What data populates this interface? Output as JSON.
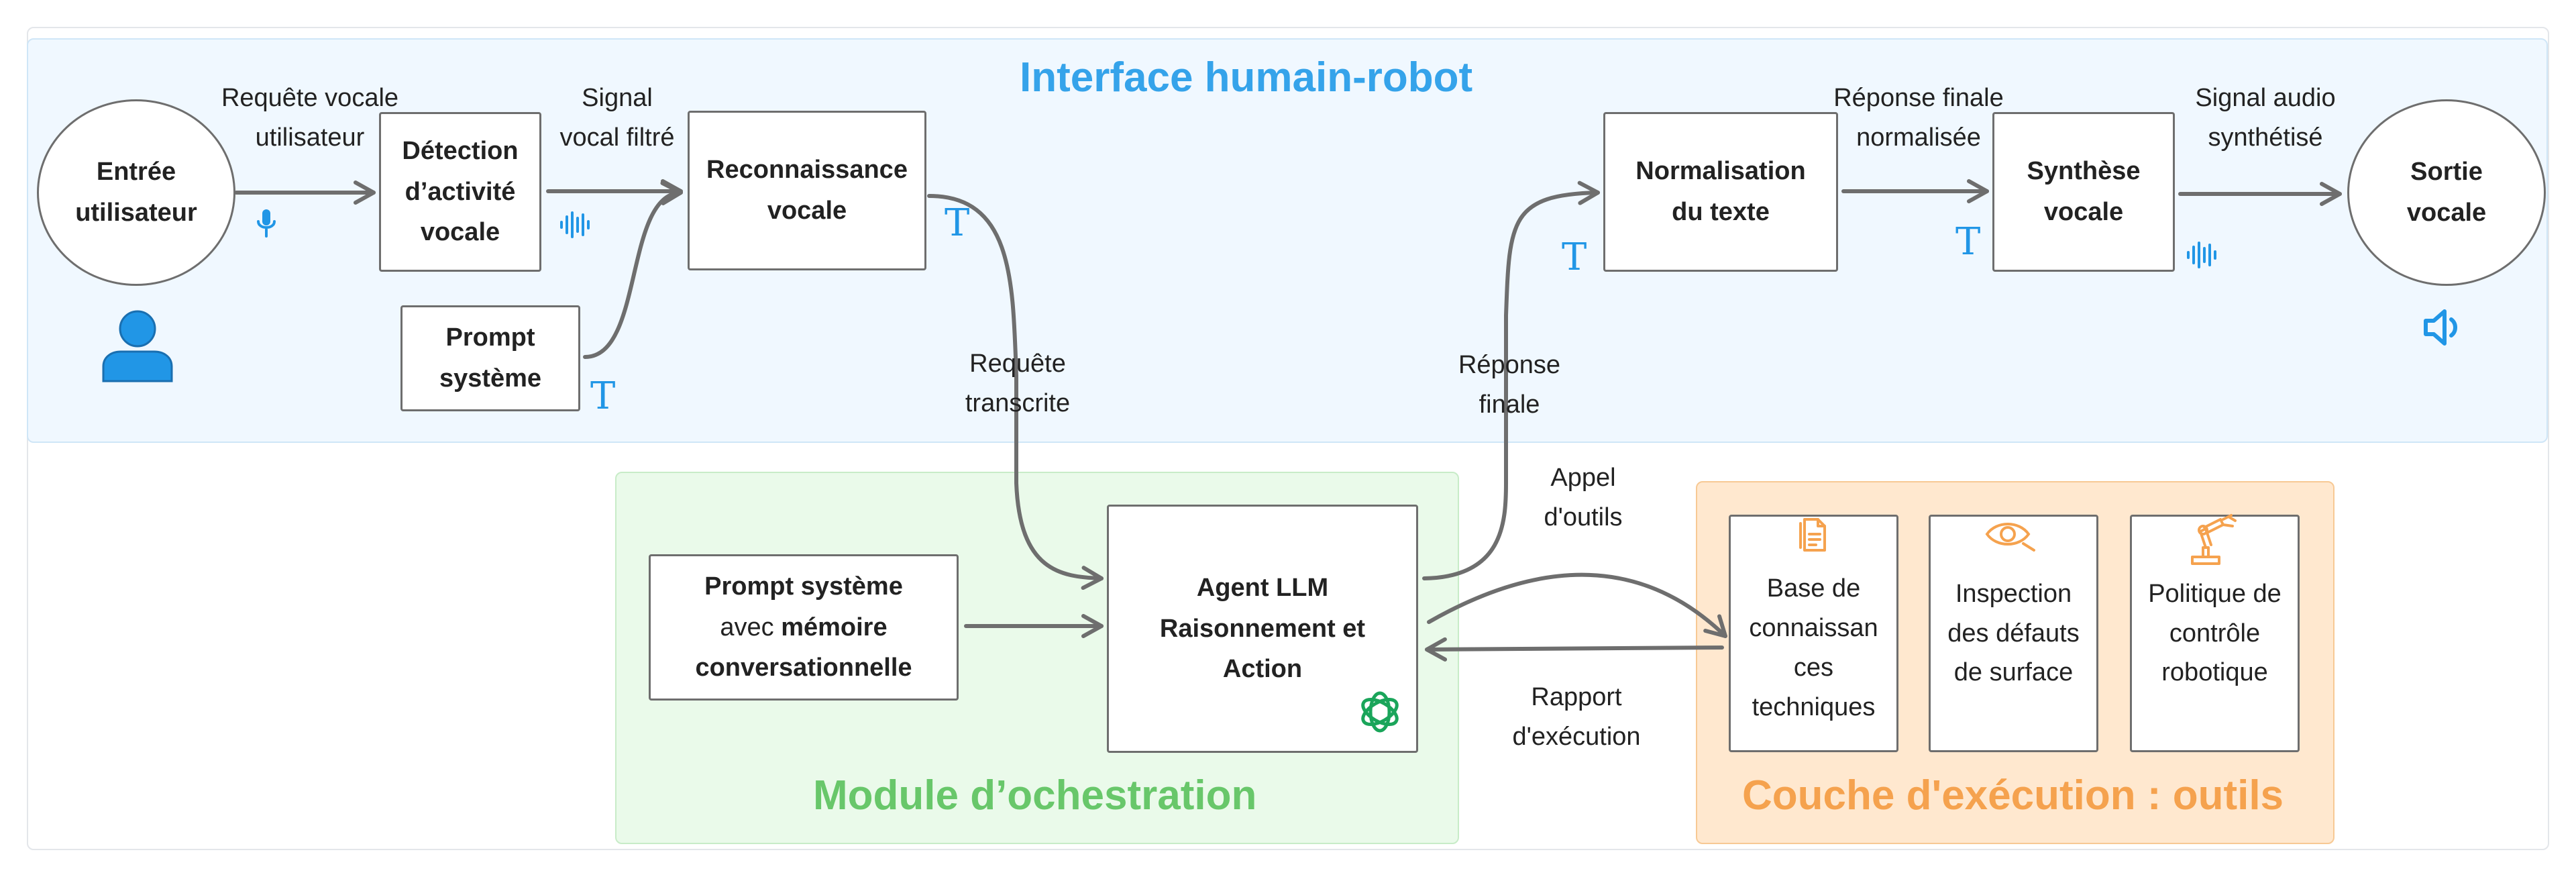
{
  "regions": {
    "hri_title": "Interface humain-robot",
    "orch_title": "Module d’ochestration",
    "exec_title": "Couche d'exécution : outils"
  },
  "nodes": {
    "input": "Entrée\nutilisateur",
    "vad": "Détection\nd’activité\nvocale",
    "sys_prompt_top": "Prompt\nsystème",
    "asr": "Reconnaissance\nvocale",
    "norm": "Normalisation\ndu texte",
    "tts": "Synthèse\nvocale",
    "output": "Sortie\nvocale",
    "memory_line1": "Prompt système",
    "memory_line2a": "avec ",
    "memory_line2b": "mémoire",
    "memory_line3": "conversationnelle",
    "agent": "Agent LLM\nRaisonnement et\nAction",
    "tool_kb": "Base de\nconnaissan\nces\ntechniques",
    "tool_inspect": "Inspection\ndes défauts\nde surface",
    "tool_robot": "Politique de\ncontrôle\nrobotique"
  },
  "edge_labels": {
    "user_request": "Requête vocale\nutilisateur",
    "filtered_signal": "Signal\nvocal filtré",
    "transcribed": "Requête\ntranscrite",
    "final_response": "Réponse\nfinale",
    "normalized": "Réponse finale\nnormalisée",
    "audio_signal": "Signal audio\nsynthétisé",
    "tool_call": "Appel\nd'outils",
    "exec_report": "Rapport\nd'exécution"
  },
  "icons": {
    "text_marker": "T",
    "text_marker_name": "text-type-icon",
    "mic": "microphone-icon",
    "waveform": "audio-waveform-icon",
    "user": "user-avatar-icon",
    "speaker": "speaker-volume-icon",
    "llm": "openai-logo-icon",
    "doc": "document-icon",
    "eye": "eye-inspection-icon",
    "robot_arm": "robot-arm-icon"
  },
  "colors": {
    "hri_title": "#35a3ea",
    "orch_title": "#68c76a",
    "exec_title": "#f5a24e",
    "icon_blue": "#2196e6",
    "icon_green": "#1aa55a",
    "icon_orange": "#f5a24e",
    "arrow": "#6e6e6e"
  }
}
